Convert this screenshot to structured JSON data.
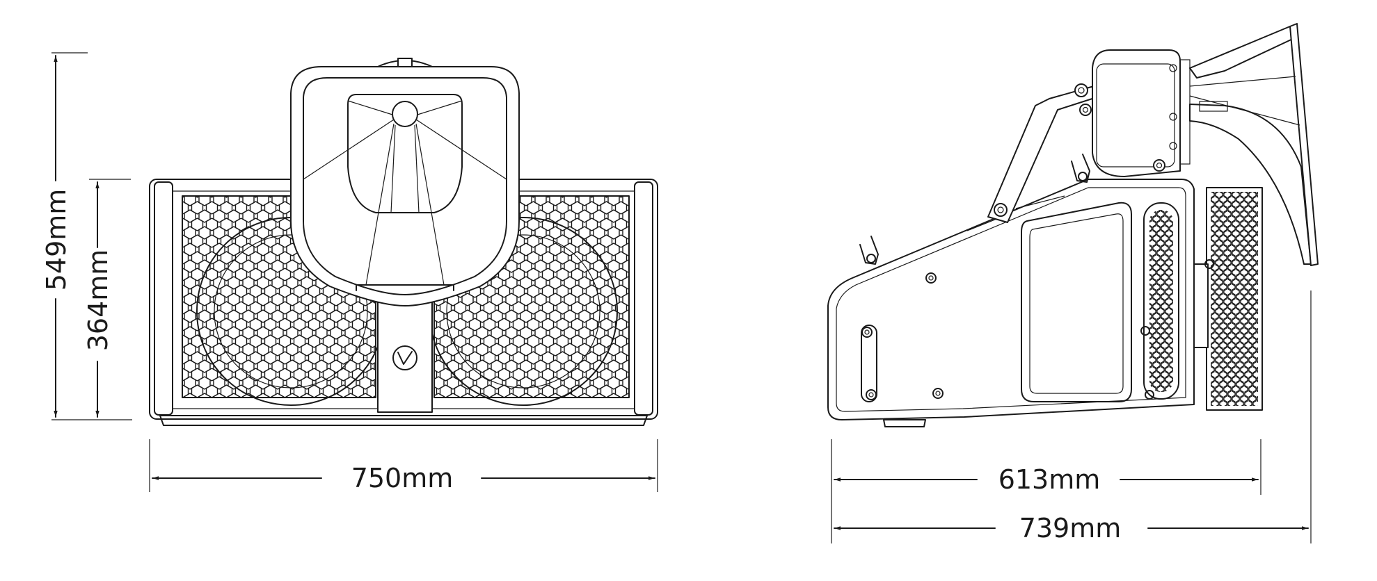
{
  "dimensions": {
    "front_height_total": "549mm",
    "front_height_cabinet": "364mm",
    "front_width": "750mm",
    "side_depth_cabinet": "613mm",
    "side_depth_total": "739mm"
  },
  "colors": {
    "line": "#1a1a1a",
    "background": "#ffffff"
  },
  "icons": {
    "front_logo": "v-logo-icon"
  }
}
